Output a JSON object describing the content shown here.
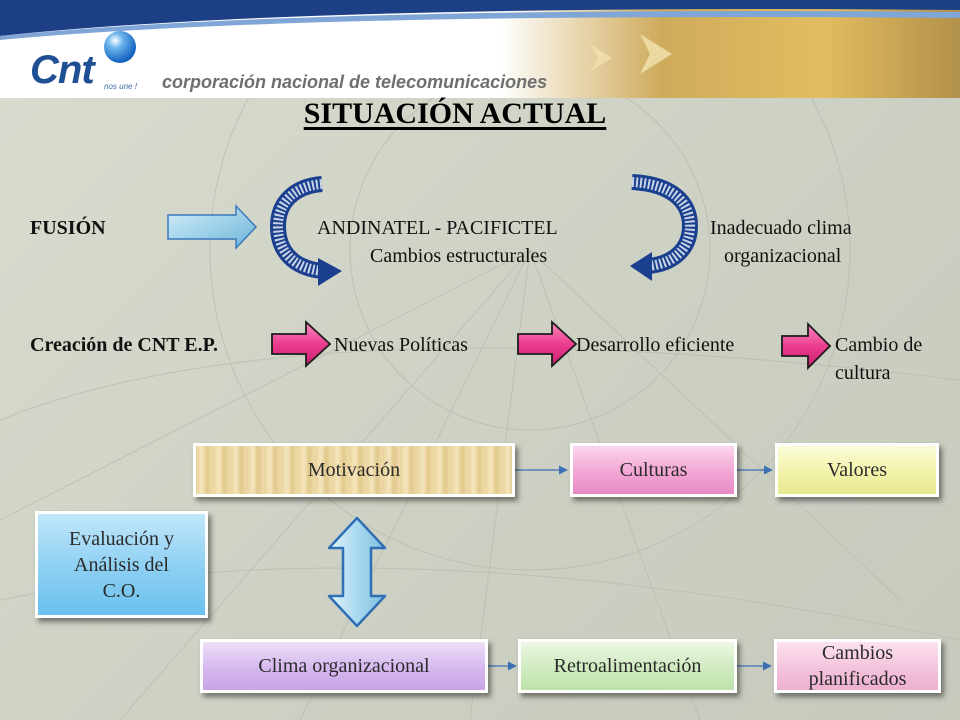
{
  "header": {
    "logo_text": "Cnt",
    "logo_slogan": "nos une !",
    "corporation": "corporación nacional de telecomunicaciones"
  },
  "title": "SITUACIÓN ACTUAL",
  "row_fusion": {
    "label": "FUSIÓN",
    "merger": "ANDINATEL  -  PACIFICTEL",
    "changes": "Cambios estructurales",
    "result_line1": "Inadecuado clima",
    "result_line2": "organizacional"
  },
  "row_creacion": {
    "label": "Creación de CNT E.P.",
    "step1": "Nuevas Políticas",
    "step2": "Desarrollo eficiente",
    "step3_line1": "Cambio de",
    "step3_line2": "cultura"
  },
  "boxes": {
    "motivacion": "Motivación",
    "culturas": "Culturas",
    "valores": "Valores",
    "evaluacion_line1": "Evaluación y",
    "evaluacion_line2": "Análisis del",
    "evaluacion_line3": "C.O.",
    "clima": "Clima organizacional",
    "retro": "Retroalimentación",
    "cambios_line1": "Cambios",
    "cambios_line2": "planificados"
  },
  "colors": {
    "blue_arrow": "#a8d8ee",
    "pink_arrow": "#ec3d8f",
    "curve_arrow": "#1a3f8f",
    "connector": "#3c6fb5"
  }
}
